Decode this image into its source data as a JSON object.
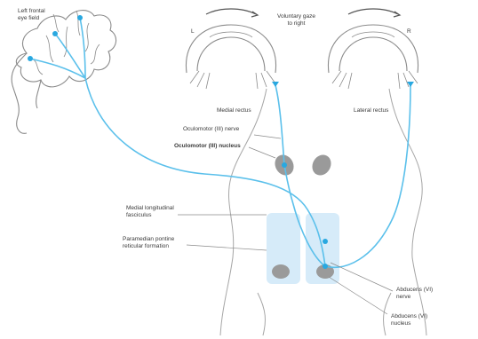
{
  "labels": {
    "frontal_eye_field": "Left frontal\neye field",
    "voluntary_gaze": "Voluntary gaze\nto right",
    "eye_left": "L",
    "eye_right": "R",
    "medial_rectus": "Medial rectus",
    "lateral_rectus": "Lateral rectus",
    "oculomotor_nerve": "Oculomotor (III) nerve",
    "oculomotor_nucleus": "Oculomotor (III) nucleus",
    "mlf": "Medial longitudinal\nfasciculus",
    "pprf": "Paramedian pontine\nreticular formation",
    "abducens_nerve": "Abducens (VI)\nnerve",
    "abducens_nucleus": "Abducens (VI)\nnucleus"
  },
  "colors": {
    "pathway": "#5bc0eb",
    "pathway_node": "#29a8e0",
    "nucleus": "#9a9a9a",
    "pontine_band": "#cfe8f8",
    "outline": "#9a9a9a",
    "label_text": "#3a3a3a"
  }
}
